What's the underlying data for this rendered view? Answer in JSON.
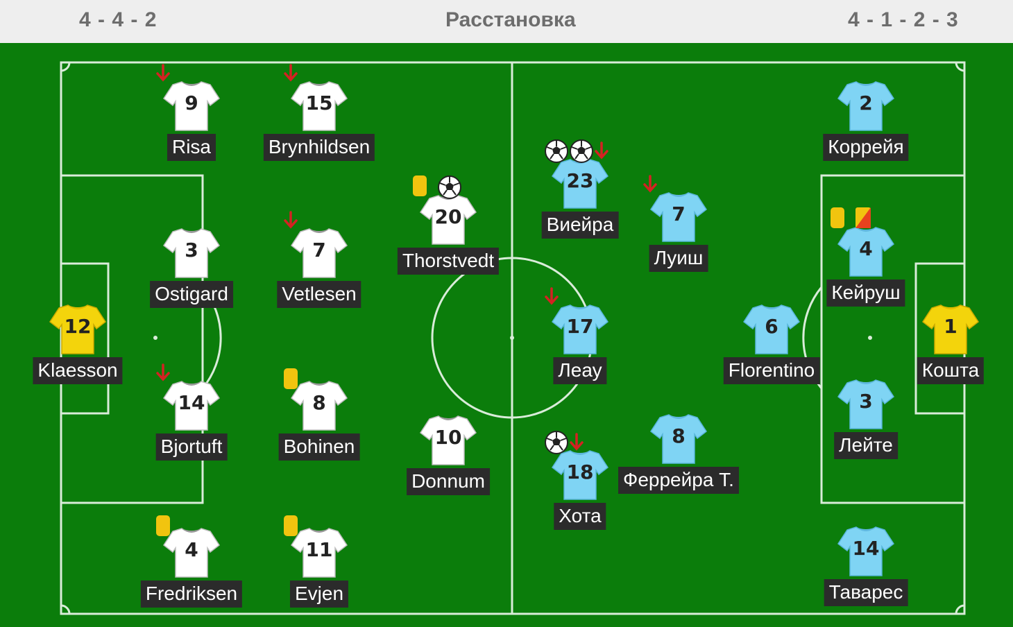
{
  "header": {
    "home_formation": "4 - 4 - 2",
    "title": "Расстановка",
    "away_formation": "4 - 1 - 2 - 3"
  },
  "colors": {
    "pitch": "#0b7d0b",
    "home_shirt": "#ffffff",
    "away_shirt": "#7fd4f4",
    "goalkeeper_shirt": "#f3d40c",
    "sub_arrow": "#d42222",
    "yellow_card": "#f1c40f",
    "red_card": "#e8421e"
  },
  "home_players": [
    {
      "number": "9",
      "name": "Risa",
      "shirt": "white",
      "icons": [
        "sub-arrow"
      ]
    },
    {
      "number": "15",
      "name": "Brynhildsen",
      "shirt": "white",
      "icons": [
        "sub-arrow"
      ]
    },
    {
      "number": "20",
      "name": "Thorstvedt",
      "shirt": "white",
      "icons": [
        "yellow-card",
        "goal-ball"
      ]
    },
    {
      "number": "3",
      "name": "Ostigard",
      "shirt": "white",
      "icons": []
    },
    {
      "number": "7",
      "name": "Vetlesen",
      "shirt": "white",
      "icons": [
        "sub-arrow"
      ]
    },
    {
      "number": "12",
      "name": "Klaesson",
      "shirt": "yellow",
      "icons": []
    },
    {
      "number": "14",
      "name": "Bjortuft",
      "shirt": "white",
      "icons": [
        "sub-arrow"
      ]
    },
    {
      "number": "8",
      "name": "Bohinen",
      "shirt": "white",
      "icons": [
        "yellow-card"
      ]
    },
    {
      "number": "10",
      "name": "Donnum",
      "shirt": "white",
      "icons": []
    },
    {
      "number": "4",
      "name": "Fredriksen",
      "shirt": "white",
      "icons": [
        "yellow-card"
      ]
    },
    {
      "number": "11",
      "name": "Evjen",
      "shirt": "white",
      "icons": [
        "yellow-card"
      ]
    }
  ],
  "away_players": [
    {
      "number": "2",
      "name": "Коррейя",
      "shirt": "blue",
      "icons": []
    },
    {
      "number": "23",
      "name": "Виейра",
      "shirt": "blue",
      "icons": [
        "goal-ball",
        "goal-ball",
        "sub-arrow"
      ]
    },
    {
      "number": "7",
      "name": "Луиш",
      "shirt": "blue",
      "icons": [
        "sub-arrow"
      ]
    },
    {
      "number": "4",
      "name": "Кейруш",
      "shirt": "blue",
      "icons": [
        "yellow-card",
        "second-yellow-card"
      ]
    },
    {
      "number": "17",
      "name": "Леау",
      "shirt": "blue",
      "icons": [
        "sub-arrow"
      ]
    },
    {
      "number": "6",
      "name": "Florentino",
      "shirt": "blue",
      "icons": []
    },
    {
      "number": "1",
      "name": "Кошта",
      "shirt": "yellow",
      "icons": []
    },
    {
      "number": "3",
      "name": "Лейте",
      "shirt": "blue",
      "icons": []
    },
    {
      "number": "18",
      "name": "Хота",
      "shirt": "blue",
      "icons": [
        "goal-ball",
        "sub-arrow"
      ]
    },
    {
      "number": "8",
      "name": "Феррейра Т.",
      "shirt": "blue",
      "icons": []
    },
    {
      "number": "14",
      "name": "Таварес",
      "shirt": "blue",
      "icons": []
    }
  ]
}
